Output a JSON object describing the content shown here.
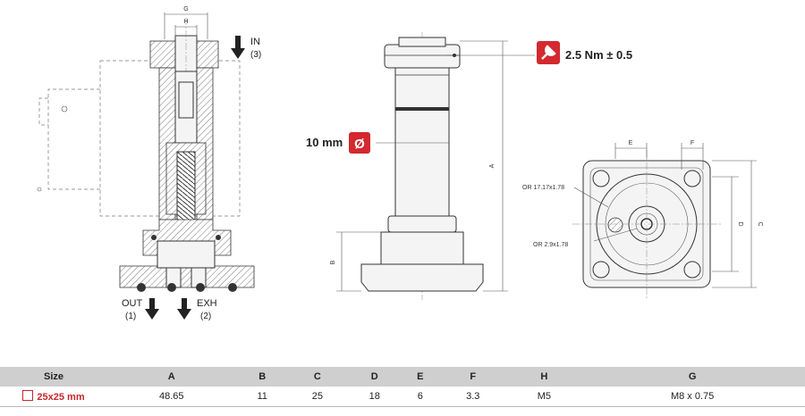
{
  "ports": {
    "in_label": "IN",
    "in_num": "(3)",
    "out_label": "OUT",
    "out_num": "(1)",
    "exh_label": "EXH",
    "exh_num": "(2)"
  },
  "dims": {
    "G": "G",
    "H": "H",
    "A": "A",
    "B": "B",
    "C": "C",
    "D": "D",
    "E": "E",
    "F": "F"
  },
  "callouts": {
    "torque": "2.5 Nm ± 0.5",
    "diameter": "10 mm",
    "diameter_symbol": "Ø",
    "oring_large": "OR 17.17x1.78",
    "oring_small": "OR 2.9x1.78"
  },
  "table": {
    "headers": [
      "Size",
      "A",
      "B",
      "C",
      "D",
      "E",
      "F",
      "H",
      "G"
    ],
    "rows": [
      [
        "25x25 mm",
        "48.65",
        "11",
        "25",
        "18",
        "6",
        "3.3",
        "M5",
        "M8 x 0.75"
      ]
    ]
  },
  "colors": {
    "accent": "#d3292f",
    "header_bg": "#cfcfcf"
  }
}
